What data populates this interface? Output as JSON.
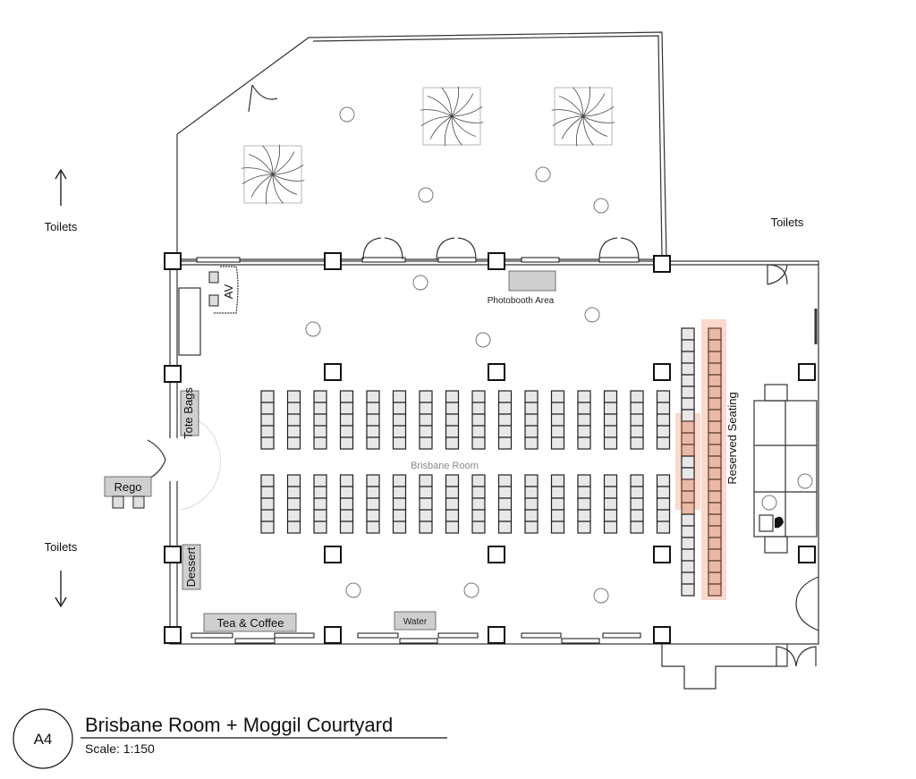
{
  "labels": {
    "toilets_top_left": "Toilets",
    "toilets_top_right": "Toilets",
    "toilets_bottom_left": "Toilets",
    "photobooth": "Photobooth Area",
    "room_name": "Brisbane Room",
    "reserved": "Reserved Seating",
    "av": "AV",
    "tote_bags": "Tote Bags",
    "rego": "Rego",
    "dessert": "Dessert",
    "tea_coffee": "Tea & Coffee",
    "water": "Water"
  },
  "title_block": {
    "sheet": "A4",
    "title": "Brisbane Room + Moggil Courtyard",
    "scale": "Scale: 1:150"
  },
  "seating": {
    "columns": 16,
    "chairs_per_block": 5,
    "blocks": 2,
    "reserved_highlight": "#f8cbbb"
  }
}
